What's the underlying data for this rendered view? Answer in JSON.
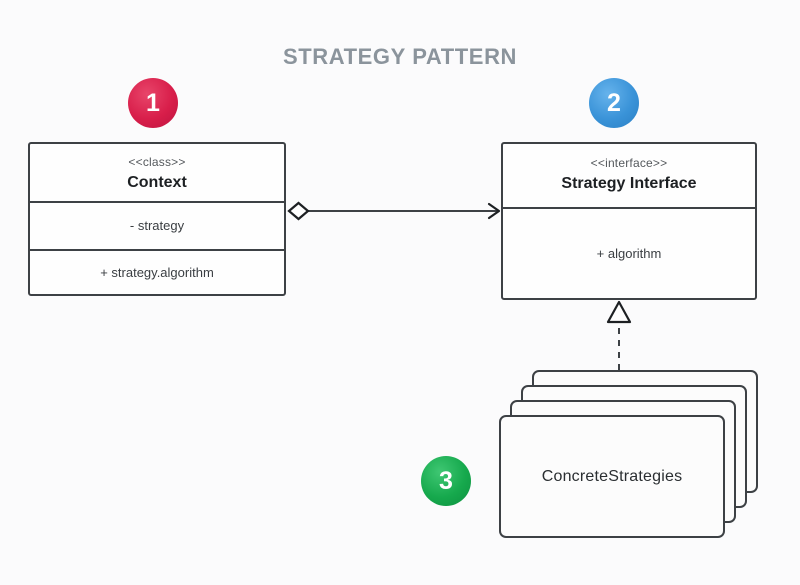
{
  "diagram": {
    "title": "STRATEGY PATTERN",
    "background_color": "#fbfbfc",
    "line_color": "#3d4145",
    "title_color": "#8b949c"
  },
  "classes": {
    "context": {
      "stereotype": "<<class>>",
      "name": "Context",
      "attributes": [
        "- strategy"
      ],
      "operations": [
        "+ strategy.algorithm"
      ]
    },
    "strategy_interface": {
      "stereotype": "<<interface>>",
      "name": "Strategy Interface",
      "operations": [
        "+ algorithm"
      ]
    },
    "concrete_strategies": {
      "name": "ConcreteStrategies",
      "stack_count": 4
    }
  },
  "badges": [
    {
      "number": "1",
      "color": "#d81e4a",
      "target": "Context"
    },
    {
      "number": "2",
      "color": "#3a93d8",
      "target": "Strategy Interface"
    },
    {
      "number": "3",
      "color": "#16a94d",
      "target": "ConcreteStrategies"
    }
  ],
  "relationships": [
    {
      "kind": "aggregation",
      "from": "Context",
      "to": "Strategy Interface",
      "source_decoration": "hollow-diamond",
      "target_decoration": "open-arrow",
      "line_style": "solid"
    },
    {
      "kind": "realization",
      "from": "ConcreteStrategies",
      "to": "Strategy Interface",
      "target_decoration": "hollow-triangle",
      "line_style": "dashed"
    }
  ]
}
